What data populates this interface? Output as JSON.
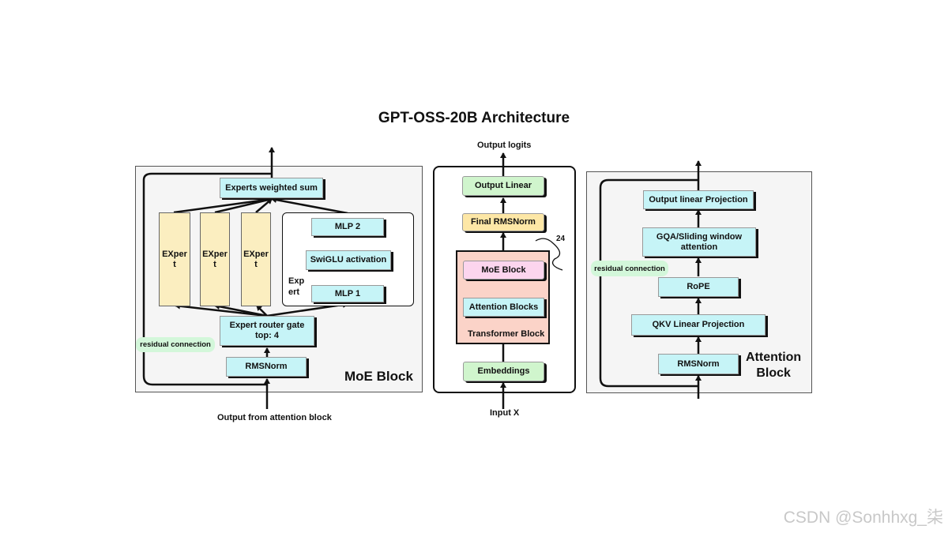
{
  "title": "GPT-OSS-20B Architecture",
  "moe": {
    "block_title": "MoE Block",
    "weighted_sum": "Experts weighted sum",
    "experts": [
      "EXper\nt",
      "EXper\nt",
      "EXper\nt"
    ],
    "mlp2": "MLP 2",
    "swiglu": "SwiGLU activation",
    "mlp1": "MLP 1",
    "expert_label": "Exp\nert",
    "router": "Expert router gate\ntop: 4",
    "residual": "residual connection",
    "rmsnorm": "RMSNorm",
    "input": "Output from attention block"
  },
  "center": {
    "output": "Output logits",
    "output_linear": "Output Linear",
    "final_norm": "Final RMSNorm",
    "repeat": "24",
    "moe_block": "MoE Block",
    "attention_blocks": "Attention Blocks",
    "transformer_block": "Transformer Block",
    "embeddings": "Embeddings",
    "input": "Input X"
  },
  "attention": {
    "block_title": "Attention\nBlock",
    "output_proj": "Output linear Projection",
    "gqa": "GQA/Sliding window\nattention",
    "residual": "residual connection",
    "rope": "RoPE",
    "qkv": "QKV Linear Projection",
    "rmsnorm": "RMSNorm"
  },
  "watermark": "CSDN @Sonhhxg_柒"
}
